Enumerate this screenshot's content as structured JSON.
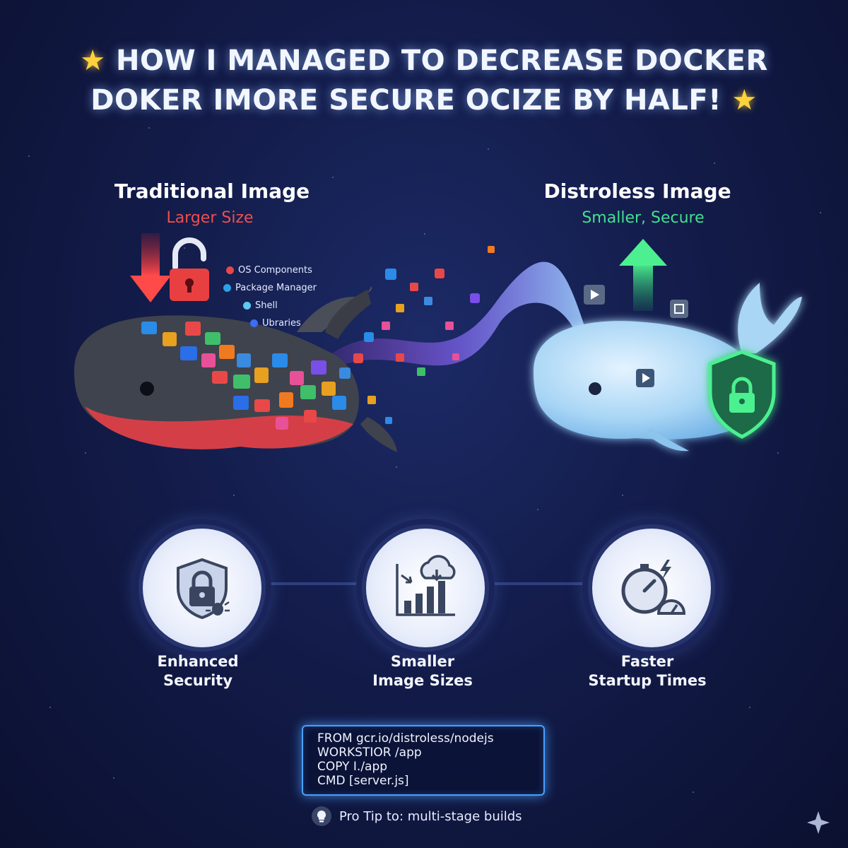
{
  "title": {
    "line1": "HOW I MANAGED TO DECREASE DOCKER",
    "line2": "DOKER IMORE SECURE OCIZE BY HALF!"
  },
  "traditional": {
    "title": "Traditional Image",
    "subtitle": "Larger Size",
    "components": [
      {
        "label": "OS Components",
        "color": "#e84848"
      },
      {
        "label": "Package Manager",
        "color": "#2ea0e8"
      },
      {
        "label": "Shell",
        "color": "#5ec8f0"
      },
      {
        "label": "Ubraries",
        "color": "#3b6ef0"
      }
    ]
  },
  "distroless": {
    "title": "Distroless Image",
    "subtitle": "Smaller, Secure"
  },
  "benefits": [
    {
      "line1": "Enhanced",
      "line2": "Security",
      "icon": "shield-lock-icon"
    },
    {
      "line1": "Smaller",
      "line2": "Image Sizes",
      "icon": "chart-cloud-icon"
    },
    {
      "line1": "Faster",
      "line2": "Startup Times",
      "icon": "stopwatch-icon"
    }
  ],
  "code": [
    "FROM gcr.io/distroless/nodejs",
    "WORKSTIOR /app",
    "COPY Ⅰ./app",
    "CMD [server.js]"
  ],
  "tip": "Pro Tip to: multi-stage builds",
  "colors": {
    "accent_red": "#e84848",
    "accent_green": "#3ddc84",
    "accent_blue": "#48a0ff",
    "title_star": "#ffd23c"
  }
}
